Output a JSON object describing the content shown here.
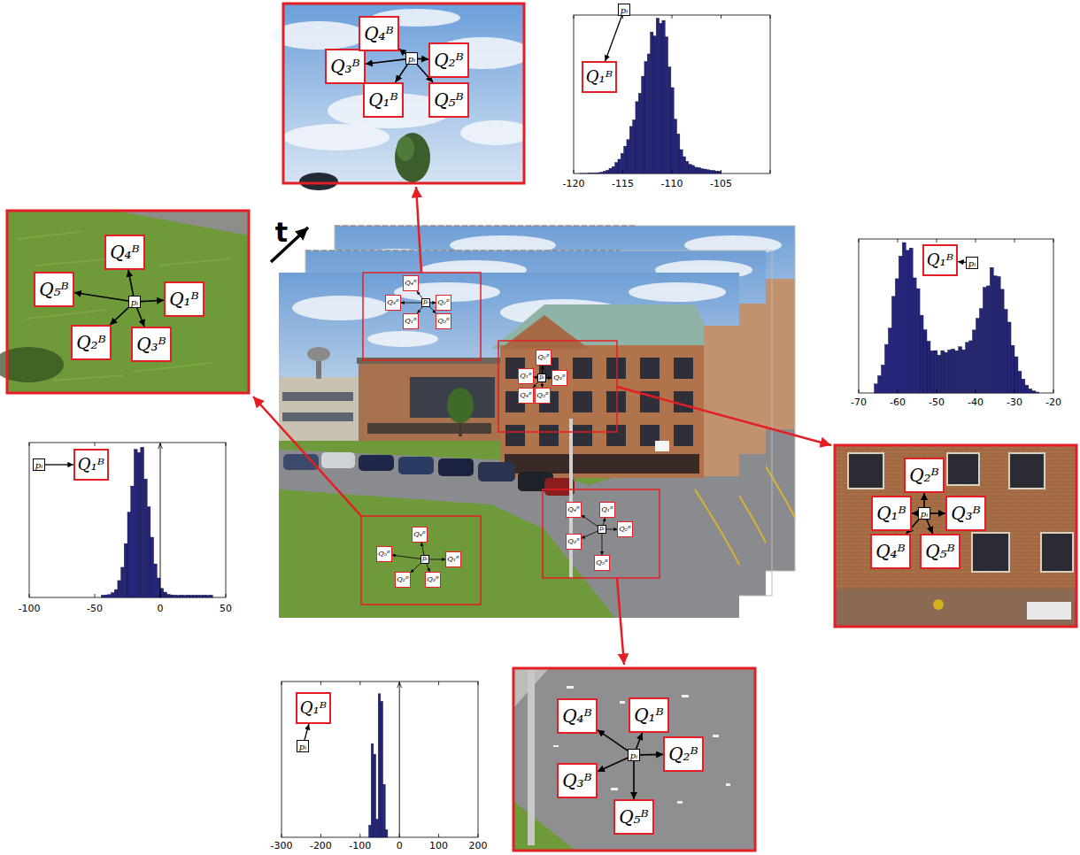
{
  "diagram": {
    "nodes": [
      {
        "text": [
          "pᵢ"
        ]
      },
      {
        "text": [
          "Q₁ᴮ"
        ]
      },
      {
        "text": [
          "Q₂ᴮ"
        ]
      },
      {
        "text": [
          "Q₃ᴮ"
        ]
      },
      {
        "text": [
          "Q₄ᴮ"
        ]
      },
      {
        "text": [
          "Q₅ᴮ"
        ]
      },
      {
        "text": [
          "pᵢ"
        ]
      },
      {
        "text": [
          "Q₁ᴮ"
        ]
      },
      {
        "text": [
          "pᵢ"
        ]
      },
      {
        "text": [
          "Q₁ᴮ"
        ]
      },
      {
        "text": [
          "Q₂ᴮ"
        ]
      },
      {
        "text": [
          "Q₃ᴮ"
        ]
      },
      {
        "text": [
          "Q₄ᴮ"
        ]
      },
      {
        "text": [
          "Q₅ᴮ"
        ]
      },
      {
        "text": [
          "pᵢ"
        ]
      },
      {
        "text": [
          "Q₁ᴮ"
        ]
      },
      {
        "text": [
          "pᵢ"
        ]
      },
      {
        "text": [
          "Q₁ᴮ"
        ]
      },
      {
        "text": [
          "Q₂ᴮ"
        ]
      },
      {
        "text": [
          "Q₃ᴮ"
        ]
      },
      {
        "text": [
          "Q₄ᴮ"
        ]
      },
      {
        "text": [
          "Q₅ᴮ"
        ]
      },
      {
        "text": [
          "pᵢ"
        ]
      },
      {
        "text": [
          "Q₁ᴮ"
        ]
      },
      {
        "text": [
          "Q₂ᴮ"
        ]
      },
      {
        "text": [
          "Q₃ᴮ"
        ]
      },
      {
        "text": [
          "Q₄ᴮ"
        ]
      },
      {
        "text": [
          "Q₅ᴮ"
        ]
      },
      {
        "text": [
          "pᵢ"
        ]
      },
      {
        "text": [
          "Q₁ᴮ"
        ]
      },
      {
        "text": [
          "Q₂ᴮ"
        ]
      },
      {
        "text": [
          "Q₃ᴮ"
        ]
      },
      {
        "text": [
          "Q₄ᴮ"
        ]
      },
      {
        "text": [
          "Q₅ᴮ"
        ]
      },
      {
        "text": [
          "pᵢ"
        ]
      },
      {
        "text": [
          "Q₁ᴮ"
        ]
      },
      {
        "text": [
          "pᵢ"
        ]
      },
      {
        "text": [
          "Q₁ᴮ"
        ]
      },
      {
        "text": [
          "Q₂ᴮ"
        ]
      },
      {
        "text": [
          "Q₃ᴮ"
        ]
      },
      {
        "text": [
          "Q₄ᴮ"
        ]
      },
      {
        "text": [
          "Q₅ᴮ"
        ]
      },
      {
        "text": [
          "pᵢ"
        ]
      },
      {
        "text": [
          "Q₁ᴮ"
        ]
      },
      {
        "text": [
          "Q₂ᴮ"
        ]
      },
      {
        "text": [
          "Q₃ᴮ"
        ]
      },
      {
        "text": [
          "Q₄ᴮ"
        ]
      },
      {
        "text": [
          "Q₅ᴮ"
        ]
      },
      {
        "text": [
          "pᵢ"
        ]
      },
      {
        "text": [
          "Q₁ᴮ"
        ]
      },
      {
        "text": [
          "pᵢ"
        ]
      },
      {
        "text": [
          "Q₁ᴮ"
        ]
      },
      {
        "text": [
          "Q₂ᴮ"
        ]
      },
      {
        "text": [
          "Q₃ᴮ"
        ]
      },
      {
        "text": [
          "Q₄ᴮ"
        ]
      },
      {
        "text": [
          "Q₅ᴮ"
        ]
      }
    ],
    "edges": [
      {
        "from": 0,
        "to": 1,
        "arrow": "to"
      },
      {
        "from": 0,
        "to": 2,
        "arrow": "to"
      },
      {
        "from": 0,
        "to": 3,
        "arrow": "to"
      },
      {
        "from": 0,
        "to": 4,
        "arrow": "to"
      },
      {
        "from": 0,
        "to": 5,
        "arrow": "to"
      },
      {
        "from": 6,
        "to": 7,
        "arrow": "to"
      },
      {
        "from": 8,
        "to": 9,
        "arrow": "to"
      },
      {
        "from": 8,
        "to": 10,
        "arrow": "to"
      },
      {
        "from": 8,
        "to": 11,
        "arrow": "to"
      },
      {
        "from": 8,
        "to": 12,
        "arrow": "to"
      },
      {
        "from": 8,
        "to": 13,
        "arrow": "to"
      },
      {
        "from": 14,
        "to": 15,
        "arrow": "to"
      },
      {
        "from": 16,
        "to": 17,
        "arrow": "to"
      },
      {
        "from": 16,
        "to": 18,
        "arrow": "to"
      },
      {
        "from": 16,
        "to": 19,
        "arrow": "to"
      },
      {
        "from": 16,
        "to": 20,
        "arrow": "to"
      },
      {
        "from": 16,
        "to": 21,
        "arrow": "to"
      },
      {
        "from": 22,
        "to": 23,
        "arrow": "to"
      },
      {
        "from": 22,
        "to": 24,
        "arrow": "to"
      },
      {
        "from": 22,
        "to": 25,
        "arrow": "to"
      },
      {
        "from": 22,
        "to": 26,
        "arrow": "to"
      },
      {
        "from": 22,
        "to": 27,
        "arrow": "to"
      },
      {
        "from": 28,
        "to": 29,
        "arrow": "to"
      },
      {
        "from": 28,
        "to": 30,
        "arrow": "to"
      },
      {
        "from": 28,
        "to": 31,
        "arrow": "to"
      },
      {
        "from": 28,
        "to": 32,
        "arrow": "to"
      },
      {
        "from": 28,
        "to": 33,
        "arrow": "to"
      },
      {
        "from": 34,
        "to": 35,
        "arrow": "to"
      },
      {
        "from": 36,
        "to": 37,
        "arrow": "to"
      },
      {
        "from": 36,
        "to": 38,
        "arrow": "to"
      },
      {
        "from": 36,
        "to": 39,
        "arrow": "to"
      },
      {
        "from": 36,
        "to": 40,
        "arrow": "to"
      },
      {
        "from": 36,
        "to": 41,
        "arrow": "to"
      },
      {
        "from": 42,
        "to": 43,
        "arrow": "to"
      },
      {
        "from": 42,
        "to": 44,
        "arrow": "to"
      },
      {
        "from": 42,
        "to": 45,
        "arrow": "to"
      },
      {
        "from": 42,
        "to": 46,
        "arrow": "to"
      },
      {
        "from": 42,
        "to": 47,
        "arrow": "to"
      },
      {
        "from": 48,
        "to": 49,
        "arrow": "to"
      },
      {
        "from": 50,
        "to": 51,
        "arrow": "to"
      },
      {
        "from": 50,
        "to": 52,
        "arrow": "to"
      },
      {
        "from": 50,
        "to": 53,
        "arrow": "to"
      },
      {
        "from": 50,
        "to": 54,
        "arrow": "to"
      },
      {
        "from": 50,
        "to": 55,
        "arrow": "to"
      }
    ],
    "labels": [
      "t",
      "-120",
      "-115",
      "-110",
      "-105",
      "-70",
      "-60",
      "-50",
      "-40",
      "-30",
      "-20",
      "-100",
      "-50",
      "0",
      "50",
      "-300",
      "-200",
      "-100",
      "0",
      "100",
      "200"
    ]
  }
}
